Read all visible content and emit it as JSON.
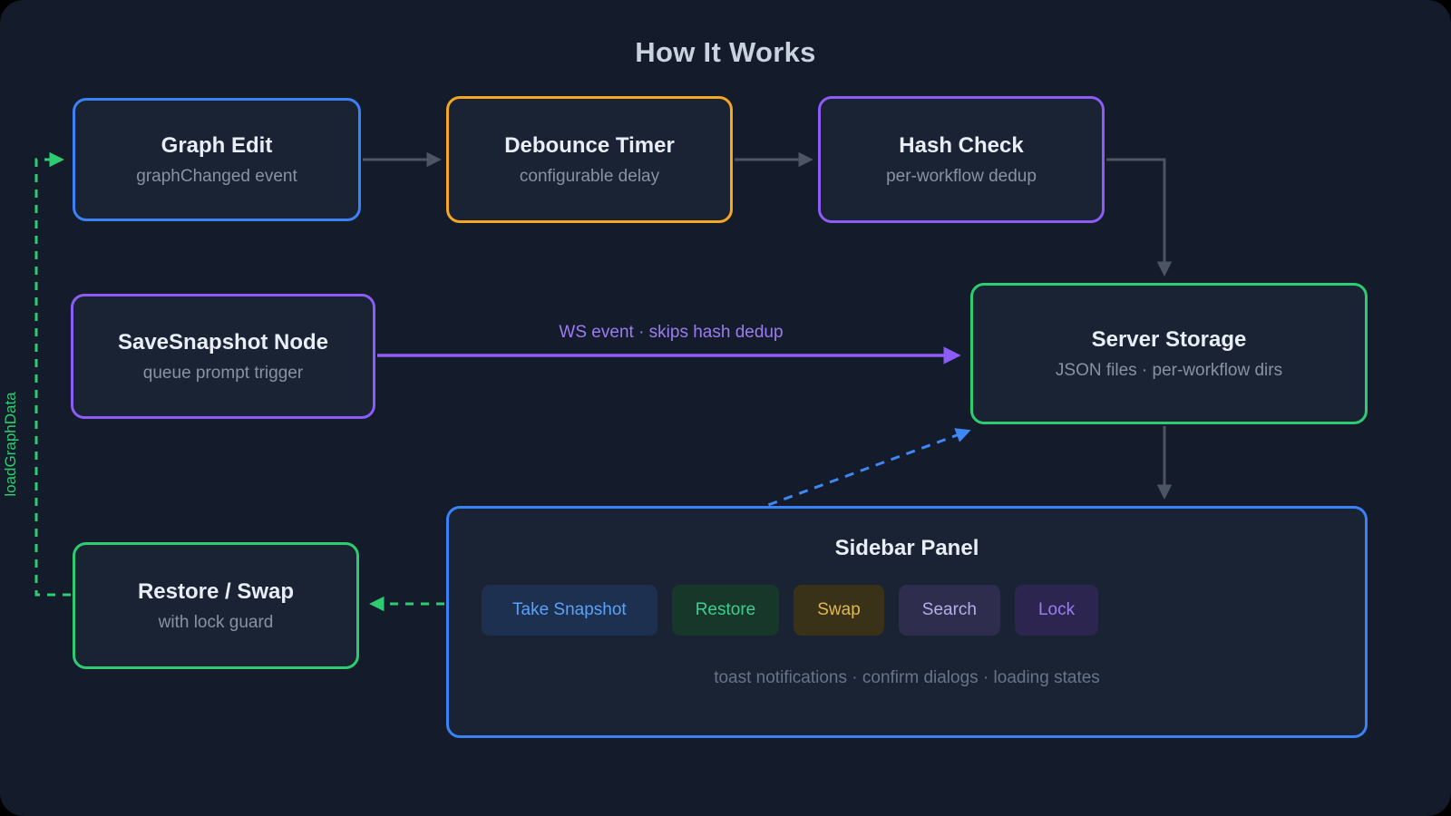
{
  "title": "How It Works",
  "nodes": {
    "graph_edit": {
      "title": "Graph Edit",
      "subtitle": "graphChanged event",
      "accent": "#3b82f6"
    },
    "debounce": {
      "title": "Debounce Timer",
      "subtitle": "configurable delay",
      "accent": "#f5a623"
    },
    "hash_check": {
      "title": "Hash Check",
      "subtitle": "per-workflow dedup",
      "accent": "#8b5cf6"
    },
    "save_snapshot": {
      "title": "SaveSnapshot Node",
      "subtitle": "queue prompt trigger",
      "accent": "#8b5cf6"
    },
    "server_storage": {
      "title": "Server Storage",
      "subtitle": "JSON files · per-workflow dirs",
      "accent": "#2ecc71"
    },
    "restore_swap": {
      "title": "Restore / Swap",
      "subtitle": "with lock guard",
      "accent": "#2ecc71"
    }
  },
  "sidebar_panel": {
    "title": "Sidebar Panel",
    "accent": "#3b82f6",
    "buttons": [
      {
        "label": "Take Snapshot",
        "color": "#5aa2f7",
        "bg": "#1d3050"
      },
      {
        "label": "Restore",
        "color": "#3ecf8e",
        "bg": "#17372b"
      },
      {
        "label": "Swap",
        "color": "#e0b94e",
        "bg": "#3a3218"
      },
      {
        "label": "Search",
        "color": "#b3b0e8",
        "bg": "#2e2d4d"
      },
      {
        "label": "Lock",
        "color": "#9d7bf5",
        "bg": "#2c2550"
      }
    ],
    "footer": "toast notifications · confirm dialogs · loading states"
  },
  "edge_labels": {
    "ws_event": "WS event · skips hash dedup",
    "load_graph_data": "loadGraphData"
  },
  "colors": {
    "background": "#141b2a",
    "node_background": "#1a2333",
    "edge_gray": "#4b5563",
    "edge_purple": "#8b5cf6",
    "edge_blue": "#3f87f5",
    "edge_green": "#2ecc71"
  }
}
